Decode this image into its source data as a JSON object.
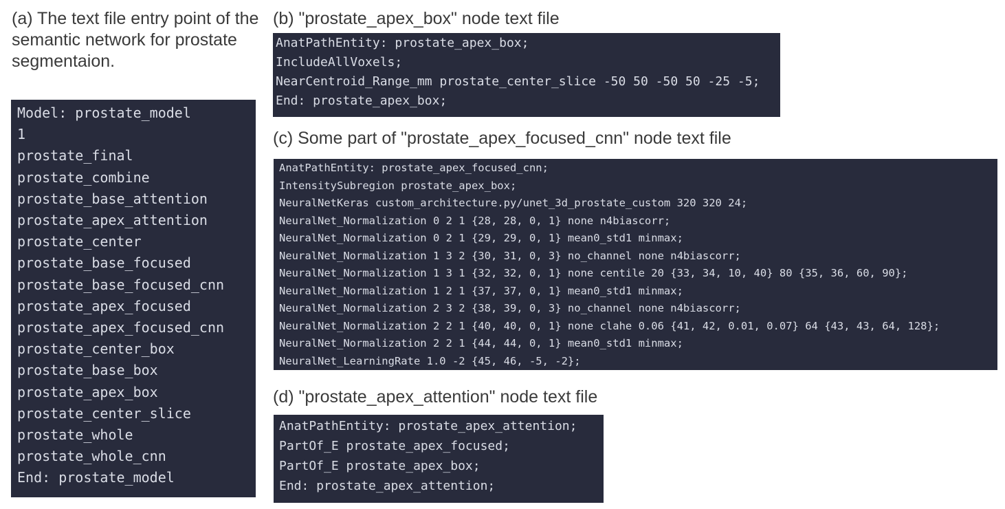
{
  "panel_a": {
    "caption": "(a) The text file entry point of the semantic network for prostate segmentaion.",
    "lines": [
      "Model: prostate_model",
      "1",
      "prostate_final",
      "prostate_combine",
      "prostate_base_attention",
      "prostate_apex_attention",
      "prostate_center",
      "prostate_base_focused",
      "prostate_base_focused_cnn",
      "prostate_apex_focused",
      "prostate_apex_focused_cnn",
      "prostate_center_box",
      "prostate_base_box",
      "prostate_apex_box",
      "prostate_center_slice",
      "prostate_whole",
      "prostate_whole_cnn",
      "End: prostate_model"
    ]
  },
  "panel_b": {
    "caption": "(b) \"prostate_apex_box\" node text file",
    "lines": [
      "AnatPathEntity: prostate_apex_box;",
      "IncludeAllVoxels;",
      "NearCentroid_Range_mm prostate_center_slice -50 50 -50 50 -25 -5;",
      "End: prostate_apex_box;"
    ]
  },
  "panel_c": {
    "caption": "(c) Some part of \"prostate_apex_focused_cnn\" node text file",
    "lines": [
      "AnatPathEntity: prostate_apex_focused_cnn;",
      "IntensitySubregion prostate_apex_box;",
      "NeuralNetKeras custom_architecture.py/unet_3d_prostate_custom 320 320 24;",
      "NeuralNet_Normalization 0 2 1 {28, 28, 0, 1} none n4biascorr;",
      "NeuralNet_Normalization 0 2 1 {29, 29, 0, 1} mean0_std1 minmax;",
      "NeuralNet_Normalization 1 3 2 {30, 31, 0, 3} no_channel none n4biascorr;",
      "NeuralNet_Normalization 1 3 1 {32, 32, 0, 1} none centile 20 {33, 34, 10, 40} 80 {35, 36, 60, 90};",
      "NeuralNet_Normalization 1 2 1 {37, 37, 0, 1} mean0_std1 minmax;",
      "NeuralNet_Normalization 2 3 2 {38, 39, 0, 3} no_channel none n4biascorr;",
      "NeuralNet_Normalization 2 2 1 {40, 40, 0, 1} none clahe 0.06 {41, 42, 0.01, 0.07} 64 {43, 43, 64, 128};",
      "NeuralNet_Normalization 2 2 1 {44, 44, 0, 1} mean0_std1 minmax;",
      "NeuralNet_LearningRate 1.0 -2 {45, 46, -5, -2};"
    ]
  },
  "panel_d": {
    "caption": "(d) \"prostate_apex_attention\" node text file",
    "lines": [
      "AnatPathEntity: prostate_apex_attention;",
      "PartOf_E prostate_apex_focused;",
      "PartOf_E prostate_apex_box;",
      "End: prostate_apex_attention;"
    ]
  }
}
